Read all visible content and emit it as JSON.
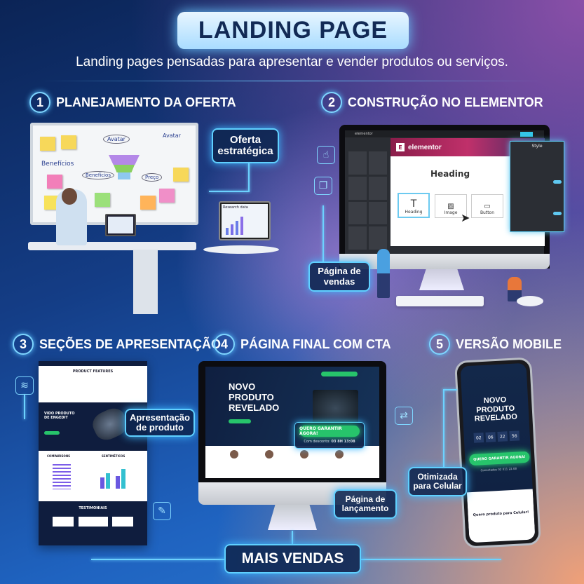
{
  "header": {
    "title": "LANDING PAGE",
    "subtitle": "Landing pages pensadas para apresentar e vender produtos ou serviços."
  },
  "sections": [
    {
      "num": "1",
      "title": "PLANEJAMENTO DA OFERTA",
      "label": "Oferta estratégica",
      "board": {
        "avatar": "Avatar",
        "avatar2": "Avatar",
        "beneficios": "Benefícios",
        "beneficios2": "Benefícios",
        "preco": "Preço"
      },
      "laptop_title": "Research data"
    },
    {
      "num": "2",
      "title": "CONSTRUÇÃO NO ELEMENTOR",
      "label": "Página de vendas",
      "editor": {
        "brand": "elementor",
        "canvas_heading": "Heading",
        "widgets": [
          "Heading",
          "Image",
          "Button"
        ],
        "panel_title": "Style"
      }
    },
    {
      "num": "3",
      "title": "SEÇÕES DE APRESENTAÇÃO",
      "label": "Apresentação de produto",
      "mock": {
        "features": "PRODUCT FEATURES",
        "hero": "VIDO PRODUTO DE ENGEDIT",
        "comparisons": "COMPARISONS",
        "stats": "SENTIMÉTICOS",
        "testimonials": "TESTIMONIAIS"
      }
    },
    {
      "num": "4",
      "title": "PÁGINA FINAL COM CTA",
      "label": "Página de lançamento",
      "page": {
        "headline": "NOVO PRODUTO REVELADO",
        "cta": "QUERO GARANTIR AGORA!",
        "timer_label": "Com desconto:",
        "timer": "03 8H 13:08"
      }
    },
    {
      "num": "5",
      "title": "VERSÃO MOBILE",
      "label": "Otimizada para Celular",
      "phone": {
        "headline": "NOVO PRODUTO REVELADO",
        "countdown": [
          "02",
          "06",
          "22",
          "56"
        ],
        "cta": "QUERO GARANTIR AGORA!",
        "timer": "Conectados 02 011 22.08",
        "bottom": "Quero produto para Celular!"
      }
    }
  ],
  "footer": {
    "label": "MAIS VENDAS"
  }
}
